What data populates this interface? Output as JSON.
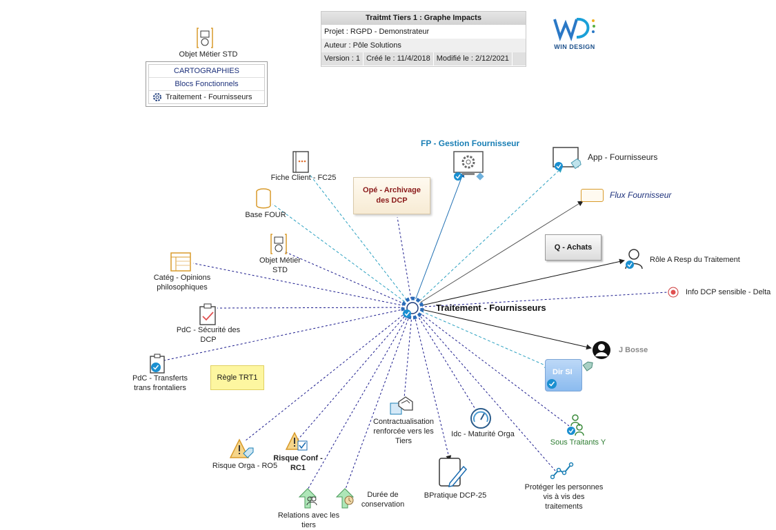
{
  "header": {
    "title": "Traitmt Tiers 1 : Graphe Impacts",
    "projet": "Projet : RGPD - Demonstrateur",
    "auteur": "Auteur : Pôle Solutions",
    "version": "Version : 1",
    "cree": "Créé le : 11/4/2018",
    "modifie": "Modifié le : 2/12/2021"
  },
  "logo": {
    "text": "WIN DESIGN",
    "mark": "WD"
  },
  "legend": {
    "object_label": "Objet Métier STD",
    "rows": [
      "CARTOGRAPHIES",
      "Blocs Fonctionnels",
      "Traitement - Fournisseurs"
    ]
  },
  "center": {
    "label": "Traitement - Fournisseurs"
  },
  "nodes": {
    "fp": "FP - Gestion Fournisseur",
    "app": "App - Fournisseurs",
    "flux": "Flux Fournisseur",
    "qachats": "Q - Achats",
    "role": "Rôle A Resp du Traitement",
    "info": "Info DCP sensible - Delta",
    "jbosse": "J Bosse",
    "dirsi": "Dir SI",
    "sous": "Sous Traitants Y",
    "proteger": "Protéger les personnes vis à vis des traitements",
    "bpratique": "BPratique DCP-25",
    "idc": "Idc - Maturité Orga",
    "contract": "Contractualisation renforcée vers les Tiers",
    "duree": "Durée de conservation",
    "relations": "Relations avec les tiers",
    "risque_conf": "Risque Conf - RC1",
    "risque_orga": "Risque Orga - RO5",
    "regle": "Règle TRT1",
    "pdc_transferts": "PdC - Transferts trans frontaliers",
    "pdc_securite": "PdC - Sécurité des DCP",
    "categ": "Catég - Opinions philosophiques",
    "objet": "Objet Métier STD",
    "base": "Base FOUR",
    "fiche": "Fiche Client - FC25",
    "ope": "Opé - Archivage des DCP"
  },
  "colors": {
    "blue_link": "#1f6fb2",
    "dark_link": "#1a1a8c",
    "cyan_link": "#2aa0c0",
    "accent": "#1a8fd0",
    "green_text": "#2e7d32"
  }
}
